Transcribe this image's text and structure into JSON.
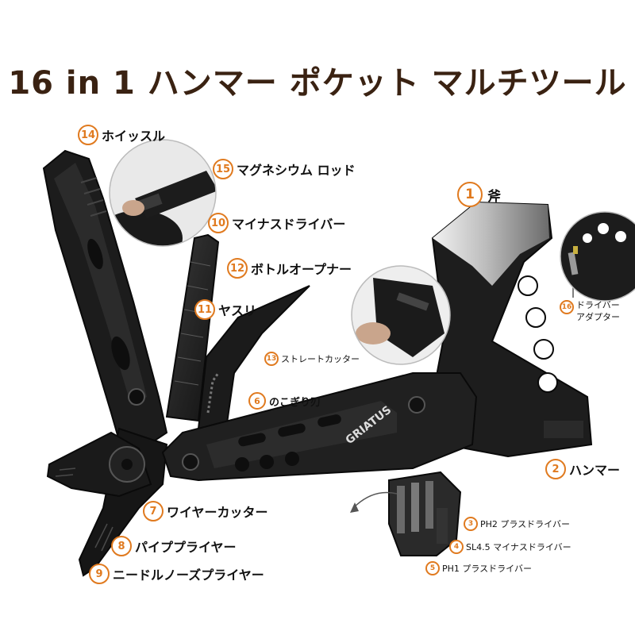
{
  "title": "16 in 1 ハンマー ポケット マルチツール",
  "brand": "GRIATUS",
  "accent_color": "#e07a1f",
  "title_color": "#3a2212",
  "icons": [
    "multitool-photo",
    "whistle-closeup-photo",
    "bit-holder-closeup-photo",
    "bottle-opener-closeup-photo",
    "rotate-arrow-icon"
  ],
  "labels": [
    {
      "num": "14",
      "text": "ホイッスル"
    },
    {
      "num": "15",
      "text": "マグネシウム ロッド"
    },
    {
      "num": "10",
      "text": "マイナスドライバー"
    },
    {
      "num": "12",
      "text": "ボトルオープナー"
    },
    {
      "num": "11",
      "text": "ヤスリ"
    },
    {
      "num": "13",
      "text": "ストレートカッター"
    },
    {
      "num": "6",
      "text": "のこぎり刃"
    },
    {
      "num": "1",
      "text": "斧"
    },
    {
      "num": "16",
      "text": "ドライバー",
      "text2": "アダプター"
    },
    {
      "num": "2",
      "text": "ハンマー"
    },
    {
      "num": "3",
      "text": "PH2 プラスドライバー"
    },
    {
      "num": "4",
      "text": "SL4.5 マイナスドライバー"
    },
    {
      "num": "5",
      "text": "PH1 プラスドライバー"
    },
    {
      "num": "7",
      "text": "ワイヤーカッター"
    },
    {
      "num": "8",
      "text": "パイププライヤー"
    },
    {
      "num": "9",
      "text": "ニードルノーズプライヤー"
    }
  ]
}
